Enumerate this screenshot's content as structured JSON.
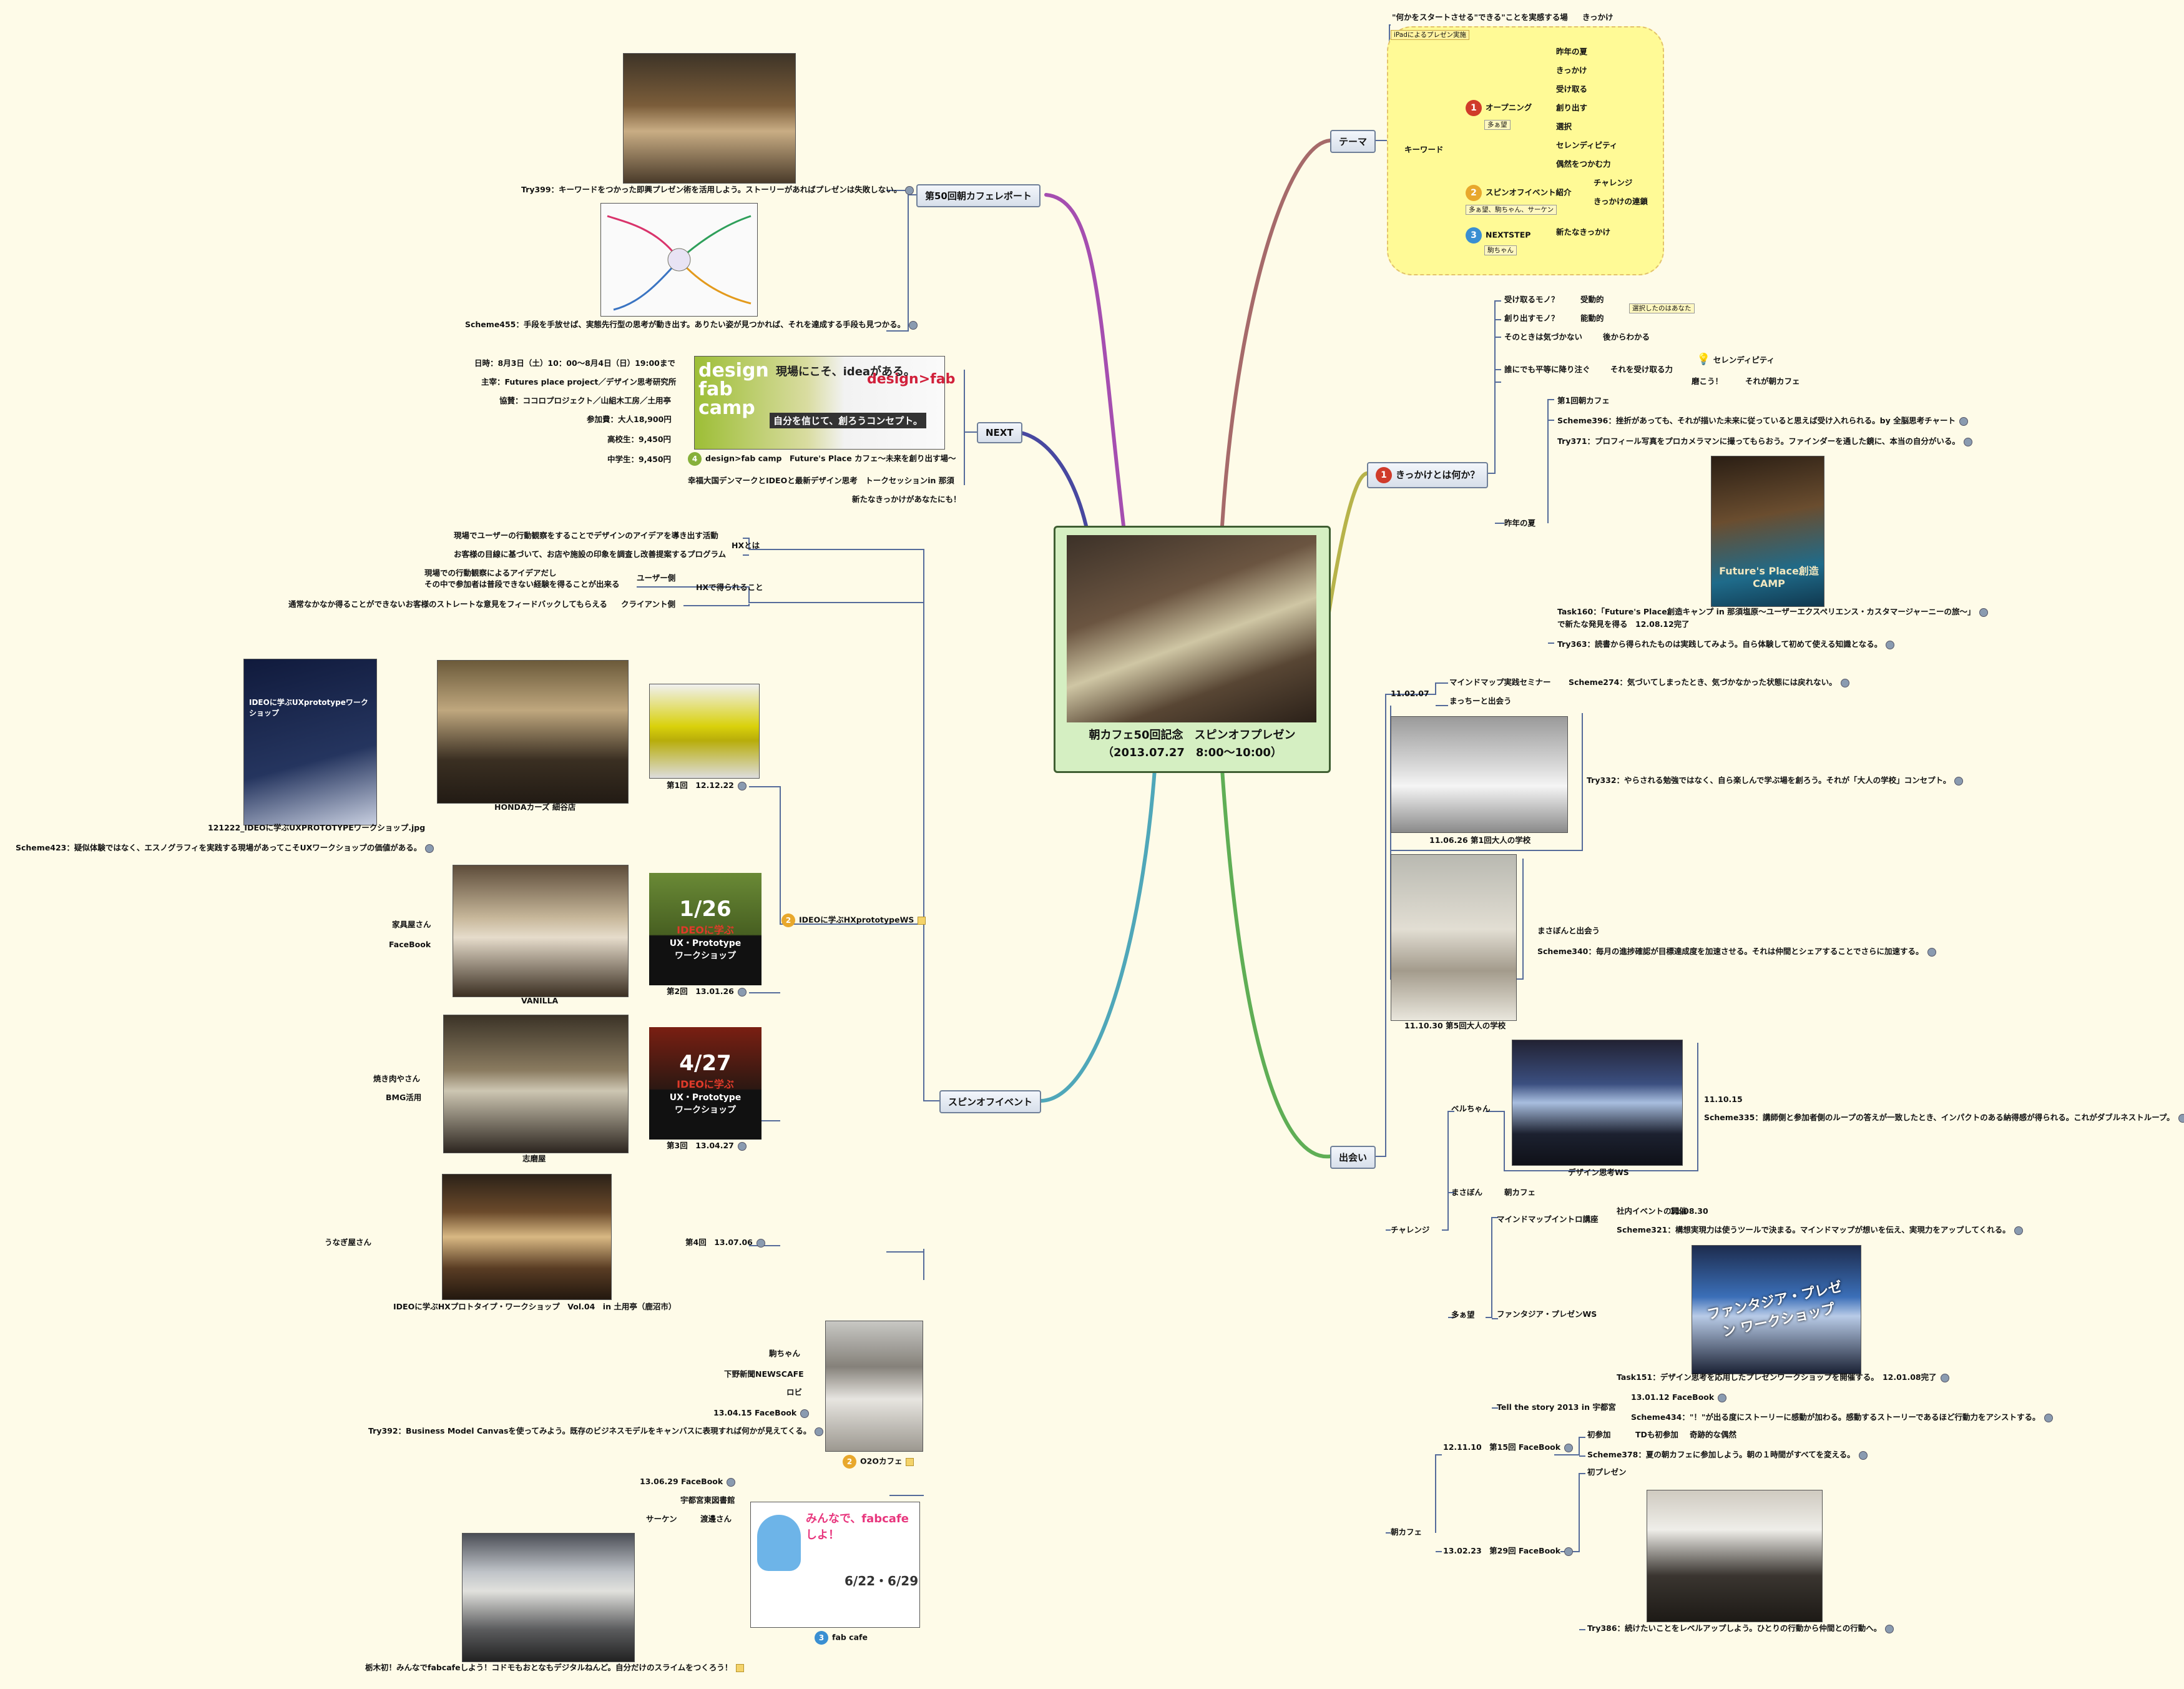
{
  "central": {
    "title_line1": "朝カフェ50回記念　スピンオフプレゼン",
    "title_line2": "（2013.07.27　8:00〜10:00）"
  },
  "branches": {
    "theme": "テーマ",
    "kikkake": "きっかけとは何か？",
    "deai": "出会い",
    "spinoff": "スピンオフイベント",
    "next": "NEXT",
    "report": "第50回朝カフェレポート"
  },
  "theme": {
    "statement": "\"何かをスタートさせる\"できる\"ことを実感する場",
    "statement_tail": "きっかけ",
    "ipad_note": "iPadによるプレゼン実施",
    "keyword": "キーワード",
    "opening": "オープニング",
    "opening_sub": "多ぁ望",
    "opening_items": [
      "昨年の夏",
      "きっかけ",
      "受け取る",
      "創り出す",
      "選択",
      "セレンディピティ",
      "偶然をつかむ力"
    ],
    "intro": "スピンオフイベント紹介",
    "intro_sub": "多ぁ望、駒ちゃん、サーケン",
    "challenge": "チャレンジ",
    "chance": "きっかけの連鎖",
    "nextstep": "NEXTSTEP",
    "nextstep_sub": "駒ちゃん",
    "new_chance": "新たなきっかけ"
  },
  "kikkake": {
    "receive": "受け取るモノ？",
    "receive_v": "受動的",
    "create": "創り出すモノ？",
    "create_v": "能動的",
    "choice": "選択したのはあなた",
    "notice": "そのときは気づかない",
    "later": "後からわかる",
    "everyone": "誰にでも平等に降り注ぐ",
    "accept": "それを受け取る力",
    "serendipity": "セレンディピティ",
    "wake": "磨こう！",
    "asacafe": "それが朝カフェ",
    "last_summer": "昨年の夏",
    "first_cafe": "第1回朝カフェ",
    "scheme396": "Scheme396：挫折があっても、それが描いた未来に従っていると思えば受け入れられる。by 全脳思考チャート",
    "try371": "Try371：プロフィール写真をプロカメラマンに撮ってもらおう。ファインダーを通した鏡に、本当の自分がいる。",
    "task160": "Task160：「Future's Place創造キャンプ in 那須塩原〜ユーザーエクスペリエンス・カスタマージャーニーの旅〜」",
    "task160b": "で新たな発見を得る　12.08.12完了",
    "try363": "Try363：読書から得られたものは実践してみよう。自ら体験して初めて使える知識となる。",
    "poster_text": "Future's Place創造CAMP"
  },
  "deai": {
    "d1": "11.02.07",
    "mindmap_seminar": "マインドマップ実践セミナー",
    "scheme274": "Scheme274：気づいてしまったとき、気づかなかった状態には戻れない。",
    "macchi": "まっちーと出会う",
    "photo1": "11.06.26 第1回大人の学校",
    "try332": "Try332：やらされる勉強ではなく、自ら楽しんで学ぶ場を創ろう。それが「大人の学校」コンセプト。",
    "photo2": "11.10.30 第5回大人の学校",
    "masabon": "まさぼんと出会う",
    "scheme340": "Scheme340：毎月の進捗確認が目標達成度を加速させる。それは仲間とシェアすることでさらに加速する。",
    "challenge": "チャレンジ",
    "beruchan": "ベルちゃん",
    "photo3": "デザイン思考WS",
    "d1110": "11.10.15",
    "scheme335": "Scheme335：講師側と参加者側のループの答えが一致したとき、インパクトのある納得感が得られる。これがダブルネストループ。",
    "masabon2": "まさぼん",
    "asacafe": "朝カフェ",
    "taabo": "多ぁ望",
    "mm_intro": "マインドマップイントロ講座",
    "company_event": "社内イベントの開催",
    "d1108": "11.08.30",
    "scheme321": "Scheme321：構想実現力は使うツールで決まる。マインドマップが想いを伝え、実現力をアップしてくれる。",
    "fantasia": "ファンタジア・プレゼンWS",
    "fantasia_slide": "ファンタジア・プレゼン ワークショップ",
    "task151": "Task151：デザイン思考を応用したプレゼンワークショップを開催する。　12.01.08完了",
    "tell": "Tell the story 2013 in 宇都宮",
    "d1301": "13.01.12 FaceBook",
    "scheme434": "Scheme434：\"！\"が出る度にストーリーに感動が加わる。感動するストーリーであるほど行動力をアシストする。",
    "asacafe2": "朝カフェ",
    "d1211": "12.11.10　第15回 FaceBook",
    "first_join": "初参加",
    "td": "TDも初参加",
    "miracle": "奇跡的な偶然",
    "scheme378": "Scheme378：夏の朝カフェに参加しよう。朝の１時間がすべてを変える。",
    "d1302": "13.02.23　第29回 FaceBook",
    "first_pres": "初プレゼン",
    "try386": "Try386：続けたいことをレベルアップしよう。ひとりの行動から仲間との行動へ。"
  },
  "next": {
    "dates": "日時：8月3日（土）10：00〜8月4日（日）19:00まで",
    "host": "主宰：Futures place project／デザイン思考研究所",
    "coop": "協賛：ココロプロジェクト／山組木工房／土用亭",
    "fee": "参加費：大人18,900円",
    "high": "高校生：9,450円",
    "junior": "中学生：9,450円",
    "camp": "design>fab camp　Future's Place カフェ〜未来を創り出す場〜",
    "denmark": "幸福大国デンマークとIDEOと最新デザイン思考　トークセッションin 那須",
    "new": "新たなきっかけがあなたにも！",
    "banner_brand": "design>fab",
    "banner_main": "design fab camp",
    "banner_slogan": "現場にこそ、ideaがある。",
    "banner_sub": "自分を信じて、創ろうコンセプト。"
  },
  "report": {
    "try399": "Try399：キーワードをつかった即興プレゼン術を活用しよう。ストーリーがあればプレゼンは失敗しない。",
    "scheme455": "Scheme455：手段を手放せば、実態先行型の思考が動き出す。ありたい姿が見つかれば、それを達成する手段も見つかる。"
  },
  "spinoff": {
    "hx_is": "HXとは",
    "hx_is_1": "現場でユーザーの行動観察をすることでデザインのアイデアを導き出す活動",
    "hx_is_2": "お客様の目線に基づいて、お店や施設の印象を調査し改善提案するプログラム",
    "hx_get": "HXで得られること",
    "user_side": "ユーザー側",
    "user_side_1": "現場での行動観察によるアイデアだし",
    "user_side_2": "その中で参加者は普段できない経験を得ることが出来る",
    "client_side": "クライアント側",
    "client_side_1": "通常なかなか得ることができないお客様のストレートな意見をフィードバックしてもらえる",
    "ideo_ws": "IDEOに学ぶHXprototypeWS",
    "ws1": "第1回　12.12.22",
    "honda": "HONDAカーズ 細谷店",
    "img_caption": "121222_IDEOに学ぶUXPROTOTYPEワークショップ.jpg",
    "scheme423": "Scheme423：疑似体験ではなく、エスノグラフィを実践する現場があってこそUXワークショップの価値がある。",
    "ws2": "第2回　13.01.26",
    "vanilla": "VANILLA",
    "kagu": "家具屋さん",
    "facebook": "FaceBook",
    "ws3": "第3回　13.04.27",
    "shima": "志磨屋",
    "yakiniku": "焼き肉やさん",
    "bmg": "BMG活用",
    "ws4": "第4回　13.07.06",
    "unagi": "うなぎ屋さん",
    "vol4": "IDEOに学ぶHXプロトタイプ・ワークショップ　Vol.04　in 土用亭（鹿沼市）",
    "o2o": "O2Oカフェ",
    "komachan": "駒ちゃん",
    "shimotsuke": "下野新聞NEWSCAFE",
    "lobby": "ロビ",
    "fb0415": "13.04.15 FaceBook",
    "try392": "Try392：Business Model Canvasを使ってみよう。既存のビジネスモデルをキャンバスに表現すれば何かが見えてくる。",
    "fabcafe": "fab cafe",
    "fb0629": "13.06.29 FaceBook",
    "library": "宇都宮東図書館",
    "saaken": "サーケン",
    "watanabe": "渡邊さん",
    "tochigi": "栃木初！みんなでfabcafeしよう！コドモもおとなもデジタルねんど。自分だけのスライムをつくろう！",
    "fab_banner": "みんなで、fabcafeしよ！",
    "fab_dates": "6/22・6/29",
    "slide_a_date": "1/26",
    "slide_b_date": "4/27",
    "slide_title1": "IDEOに学ぶ",
    "slide_title2": "UX・Prototype",
    "slide_title3": "ワークショップ",
    "handout_title": "IDEOに学ぶUXprototypeワークショップ"
  },
  "colors": {
    "background": "#fefbe8",
    "theme": "#a66a6a",
    "kikkake": "#b7b34a",
    "deai": "#5fae55",
    "spinoff": "#4fa7b9",
    "next": "#4848a0",
    "report": "#a54eb0",
    "leaf": "#556b9a",
    "cloud": "#fffa96"
  },
  "icons": [
    "numbered-priority-icon",
    "link-icon",
    "note-pin-icon",
    "lightbulb-icon"
  ]
}
